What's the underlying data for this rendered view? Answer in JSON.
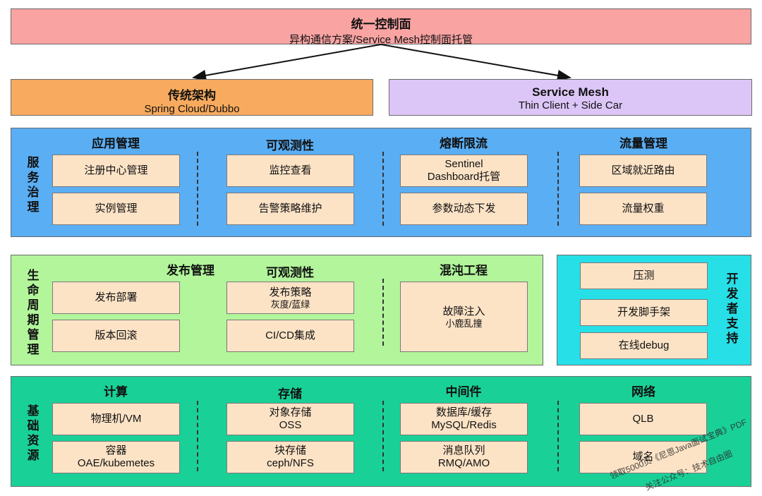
{
  "control_plane": {
    "title": "统一控制面",
    "subtitle": "异构通信方案/Service Mesh控制面托管"
  },
  "traditional": {
    "title": "传统架构",
    "subtitle": "Spring Cloud/Dubbo"
  },
  "service_mesh": {
    "title": "Service Mesh",
    "subtitle": "Thin Client + Side Car"
  },
  "service_governance": {
    "label": [
      "服",
      "务",
      "治",
      "理"
    ],
    "groups": [
      {
        "header": "应用管理",
        "items": [
          "注册中心管理",
          "实例管理"
        ]
      },
      {
        "header": "可观测性",
        "items": [
          "监控查看",
          "告警策略维护"
        ]
      },
      {
        "header": "熔断限流",
        "items": [
          "Sentinel\nDashboard托管",
          "参数动态下发"
        ]
      },
      {
        "header": "流量管理",
        "items": [
          "区域就近路由",
          "流量权重"
        ]
      }
    ]
  },
  "lifecycle": {
    "label": [
      "生",
      "命",
      "周",
      "期",
      "管",
      "理"
    ],
    "groups": [
      {
        "header": "发布管理",
        "items": [
          "发布部署",
          "版本回滚"
        ]
      },
      {
        "header": "可观测性",
        "items": [
          {
            "main": "发布策略",
            "sub": "灰度/蓝绿"
          },
          "CI/CD集成"
        ]
      },
      {
        "header": "混沌工程",
        "items": [
          {
            "main": "故障注入",
            "sub": "小鹿乱撞"
          }
        ]
      }
    ]
  },
  "developer_support": {
    "label": [
      "开",
      "发",
      "者",
      "支",
      "持"
    ],
    "items": [
      "压测",
      "开发脚手架",
      "在线debug"
    ]
  },
  "infrastructure": {
    "label": [
      "基",
      "础",
      "资",
      "源"
    ],
    "groups": [
      {
        "header": "计算",
        "items": [
          "物理机/VM",
          "容器\nOAE/kubemetes"
        ]
      },
      {
        "header": "存储",
        "items": [
          "对象存储\nOSS",
          "块存储\nceph/NFS"
        ]
      },
      {
        "header": "中间件",
        "items": [
          "数据库/缓存\nMySQL/Redis",
          "消息队列\nRMQ/AMO"
        ]
      },
      {
        "header": "网络",
        "items": [
          "QLB",
          "域名"
        ]
      }
    ]
  },
  "watermark": {
    "line1": "领取5000页《尼恩Java面试宝典》PDF",
    "line2": "关注公众号：技术自由圈"
  },
  "colors": {
    "control_plane": "#f9a3a3",
    "traditional": "#f8ab5e",
    "service_mesh": "#dcc6f7",
    "governance": "#5aaef4",
    "lifecycle": "#b2f59b",
    "developer": "#27dfe6",
    "infrastructure": "#19d197",
    "box": "#fde3c6"
  }
}
